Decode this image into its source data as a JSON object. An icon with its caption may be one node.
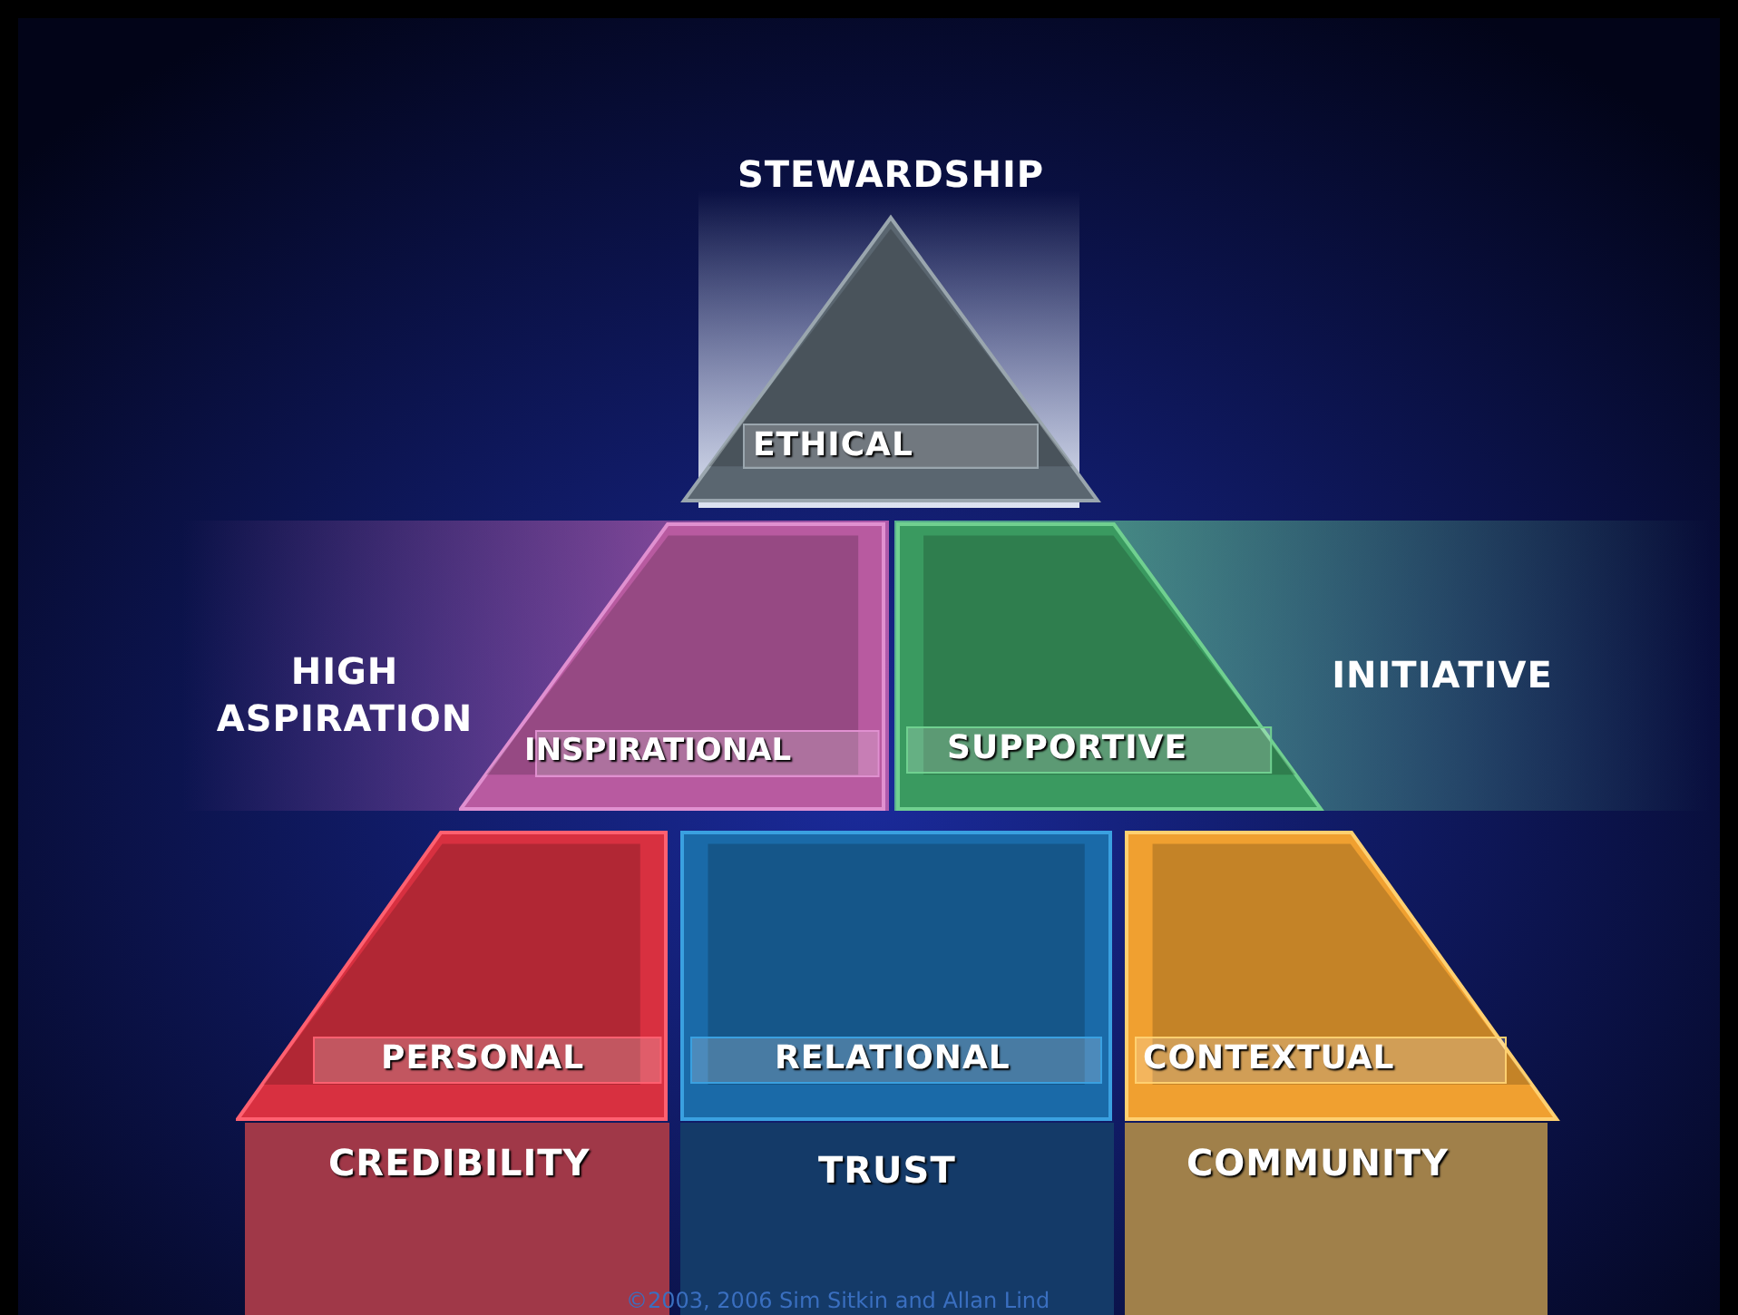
{
  "diagram": {
    "caption": "©2003, 2006 Sim Sitkin and Allan Lind",
    "nodes": [
      {
        "text": [
          "ETHICAL"
        ],
        "beside": [
          "STEWARDSHIP"
        ]
      },
      {
        "text": [
          "INSPIRATIONAL"
        ],
        "beside": [
          "HIGH ASPIRATION"
        ]
      },
      {
        "text": [
          "SUPPORTIVE"
        ],
        "beside": [
          "INITIATIVE"
        ]
      },
      {
        "text": [
          "PERSONAL"
        ]
      },
      {
        "text": [
          "RELATIONAL"
        ]
      },
      {
        "text": [
          "CONTEXTUAL"
        ]
      },
      {
        "text": [
          "CREDIBILITY"
        ]
      },
      {
        "text": [
          "TRUST"
        ]
      },
      {
        "text": [
          "COMMUNITY"
        ]
      }
    ]
  }
}
